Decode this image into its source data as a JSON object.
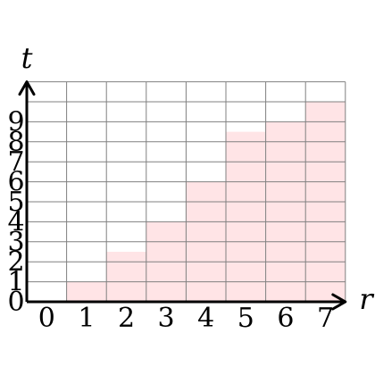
{
  "chart_data": {
    "type": "bar",
    "xlabel": "r",
    "ylabel": "t",
    "categories": [
      "0",
      "1",
      "2",
      "3",
      "4",
      "5",
      "6",
      "7"
    ],
    "x_ticks": [
      "0",
      "1",
      "2",
      "3",
      "4",
      "5",
      "6",
      "7"
    ],
    "y_ticks": [
      "0",
      "1",
      "2",
      "3",
      "4",
      "5",
      "6",
      "7",
      "8",
      "9"
    ],
    "series": [
      {
        "values": [
          0,
          1,
          2.5,
          4,
          6,
          8.5,
          9,
          10
        ],
        "color": "#ffe4e6"
      }
    ],
    "xlim": [
      0,
      8
    ],
    "ylim": [
      0,
      11
    ],
    "grid": true,
    "grid_color": "#808080",
    "axis_color": "#000000"
  }
}
